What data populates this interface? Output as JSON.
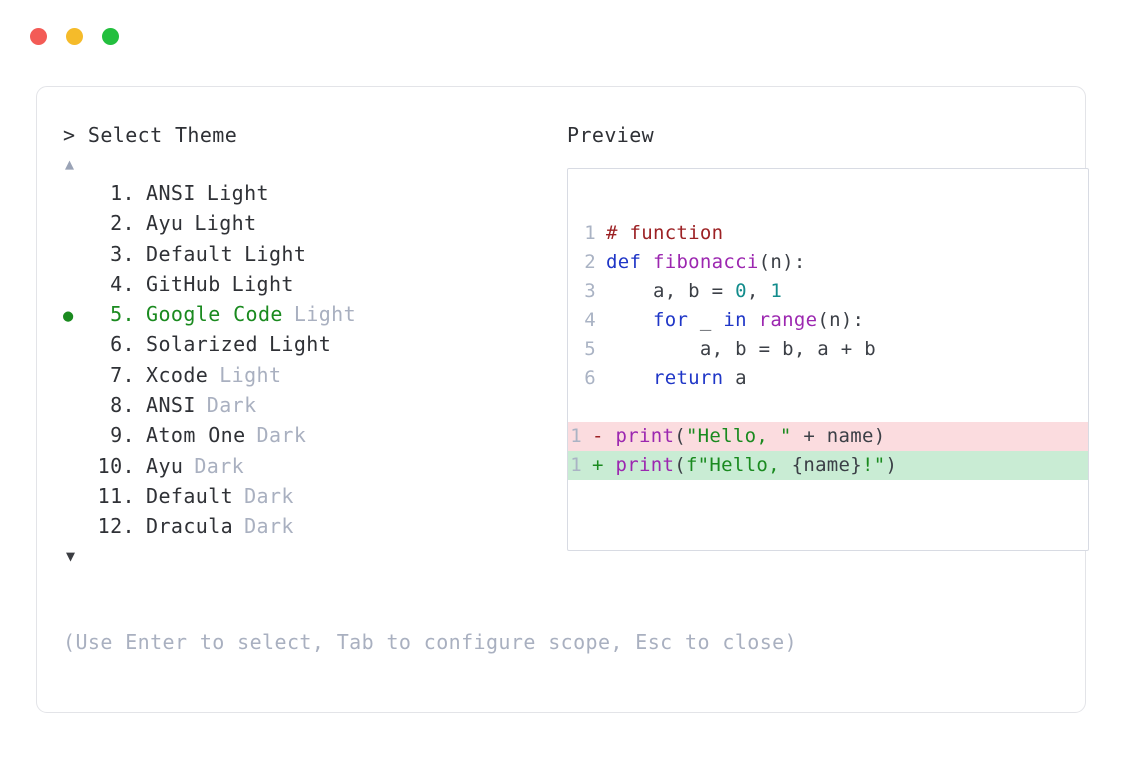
{
  "titlebar": {
    "close_label": "close",
    "minimize_label": "minimize",
    "maximize_label": "maximize",
    "colors": {
      "close": "#f35b56",
      "minimize": "#f5bb2a",
      "maximize": "#23bf3e"
    }
  },
  "prompt": {
    "text": "> Select Theme",
    "scroll_up": "▲",
    "scroll_down": "▼"
  },
  "theme_list": {
    "selected_index": 5,
    "selected_bullet": "●",
    "accent_color": "#1a8a1f",
    "variant_color": "#a9b0c0",
    "items": [
      {
        "index": " 1.",
        "name": "ANSI",
        "variant": "Light",
        "variant_dim": false,
        "selected": false
      },
      {
        "index": " 2.",
        "name": "Ayu",
        "variant": "Light",
        "variant_dim": false,
        "selected": false
      },
      {
        "index": " 3.",
        "name": "Default",
        "variant": "Light",
        "variant_dim": false,
        "selected": false
      },
      {
        "index": " 4.",
        "name": "GitHub",
        "variant": "Light",
        "variant_dim": false,
        "selected": false
      },
      {
        "index": " 5.",
        "name": "Google Code",
        "variant": "Light",
        "variant_dim": true,
        "selected": true
      },
      {
        "index": " 6.",
        "name": "Solarized",
        "variant": "Light",
        "variant_dim": false,
        "selected": false
      },
      {
        "index": " 7.",
        "name": "Xcode",
        "variant": "Light",
        "variant_dim": true,
        "selected": false
      },
      {
        "index": " 8.",
        "name": "ANSI",
        "variant": "Dark",
        "variant_dim": true,
        "selected": false
      },
      {
        "index": " 9.",
        "name": "Atom One",
        "variant": "Dark",
        "variant_dim": true,
        "selected": false
      },
      {
        "index": "10.",
        "name": "Ayu",
        "variant": "Dark",
        "variant_dim": true,
        "selected": false
      },
      {
        "index": "11.",
        "name": "Default",
        "variant": "Dark",
        "variant_dim": true,
        "selected": false
      },
      {
        "index": "12.",
        "name": "Dracula",
        "variant": "Dark",
        "variant_dim": true,
        "selected": false
      }
    ]
  },
  "preview": {
    "label": "Preview",
    "code_lines": [
      {
        "ln": "1",
        "tokens": [
          {
            "t": "# function",
            "c": "tok-comment"
          }
        ]
      },
      {
        "ln": "2",
        "tokens": [
          {
            "t": "def ",
            "c": "tok-kw"
          },
          {
            "t": "fibonacci",
            "c": "tok-fn"
          },
          {
            "t": "(n):",
            "c": "tok-punct"
          }
        ]
      },
      {
        "ln": "3",
        "tokens": [
          {
            "t": "    a, b = ",
            "c": "tok-plain"
          },
          {
            "t": "0",
            "c": "tok-num"
          },
          {
            "t": ", ",
            "c": "tok-plain"
          },
          {
            "t": "1",
            "c": "tok-num"
          }
        ]
      },
      {
        "ln": "4",
        "tokens": [
          {
            "t": "    ",
            "c": "tok-plain"
          },
          {
            "t": "for",
            "c": "tok-kw"
          },
          {
            "t": " _ ",
            "c": "tok-plain"
          },
          {
            "t": "in",
            "c": "tok-kw"
          },
          {
            "t": " ",
            "c": "tok-plain"
          },
          {
            "t": "range",
            "c": "tok-fn"
          },
          {
            "t": "(n):",
            "c": "tok-punct"
          }
        ]
      },
      {
        "ln": "5",
        "tokens": [
          {
            "t": "        a, b = b, a + b",
            "c": "tok-plain"
          }
        ]
      },
      {
        "ln": "6",
        "tokens": [
          {
            "t": "    ",
            "c": "tok-plain"
          },
          {
            "t": "return",
            "c": "tok-kw"
          },
          {
            "t": " a",
            "c": "tok-plain"
          }
        ]
      }
    ],
    "diff_lines": [
      {
        "ln": "1",
        "kind": "del",
        "mark": "-",
        "tokens": [
          {
            "t": "print",
            "c": "tok-fn"
          },
          {
            "t": "(",
            "c": "tok-punct"
          },
          {
            "t": "\"Hello, \"",
            "c": "tok-str"
          },
          {
            "t": " + name)",
            "c": "tok-plain"
          }
        ]
      },
      {
        "ln": "1",
        "kind": "add",
        "mark": "+",
        "tokens": [
          {
            "t": "print",
            "c": "tok-fn"
          },
          {
            "t": "(",
            "c": "tok-punct"
          },
          {
            "t": "f\"Hello, ",
            "c": "tok-str"
          },
          {
            "t": "{name}",
            "c": "tok-plain"
          },
          {
            "t": "!\"",
            "c": "tok-str"
          },
          {
            "t": ")",
            "c": "tok-punct"
          }
        ]
      }
    ],
    "diff_colors": {
      "deleted_bg": "#fbdcdf",
      "added_bg": "#c9ecd4"
    }
  },
  "hint": {
    "text": "(Use Enter to select, Tab to configure scope, Esc to close)"
  }
}
